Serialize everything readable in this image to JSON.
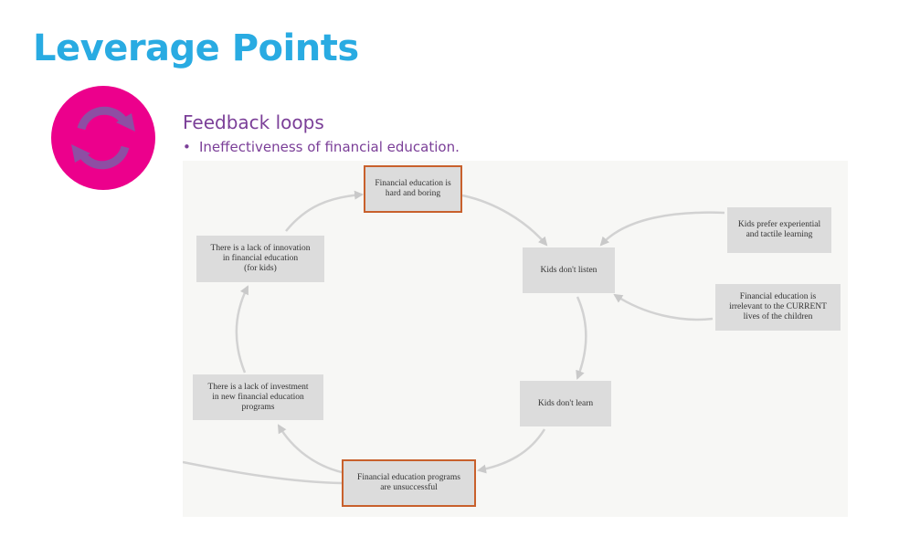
{
  "title": "Leverage Points",
  "section": {
    "heading": "Feedback loops",
    "bullet": "Ineffectiveness of financial education."
  },
  "icon": {
    "name": "cycle-arrows-icon",
    "badge_color": "#ec008c",
    "arrow_color": "#8e4ea3"
  },
  "colors": {
    "title": "#29abe2",
    "heading": "#7b3f98",
    "node_fill": "#dcdcdc",
    "node_highlight_border": "#c8602c",
    "diagram_background": "#f7f7f5",
    "arrow": "#cfcfcf"
  },
  "diagram": {
    "nodes": {
      "hard_boring": {
        "label": "Financial education is\nhard and boring",
        "highlight": true
      },
      "dont_listen": {
        "label": "Kids don't listen",
        "highlight": false
      },
      "dont_learn": {
        "label": "Kids don't learn",
        "highlight": false
      },
      "unsuccessful": {
        "label": "Financial education programs\nare unsuccessful",
        "highlight": true
      },
      "lack_investment": {
        "label": "There is a lack of investment\nin new financial education\nprograms",
        "highlight": false
      },
      "lack_innovation": {
        "label": "There is a lack of innovation\nin financial education\n(for kids)",
        "highlight": false
      },
      "prefer_experiential": {
        "label": "Kids prefer experiential\nand tactile learning",
        "highlight": false
      },
      "irrelevant": {
        "label": "Financial education is\nirrelevant to the CURRENT\nlives of the children",
        "highlight": false
      }
    },
    "edges": [
      {
        "from": "hard_boring",
        "to": "dont_listen"
      },
      {
        "from": "dont_listen",
        "to": "dont_learn"
      },
      {
        "from": "dont_learn",
        "to": "unsuccessful"
      },
      {
        "from": "unsuccessful",
        "to": "lack_investment"
      },
      {
        "from": "lack_investment",
        "to": "lack_innovation"
      },
      {
        "from": "lack_innovation",
        "to": "hard_boring"
      },
      {
        "from": "prefer_experiential",
        "to": "dont_listen"
      },
      {
        "from": "irrelevant",
        "to": "dont_listen"
      }
    ]
  }
}
